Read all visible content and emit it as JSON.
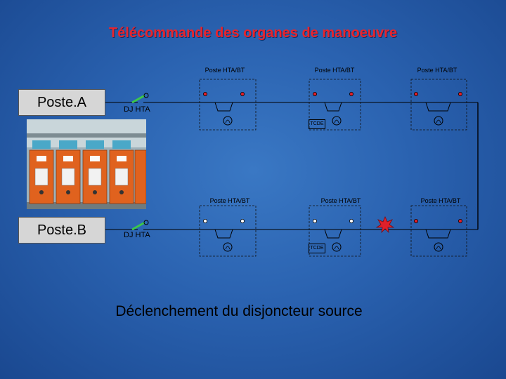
{
  "title": "Télécommande des organes de manoeuvre",
  "poste_a": {
    "label": "Poste.A",
    "breaker_label": "DJ HTA"
  },
  "poste_b": {
    "label": "Poste.B",
    "breaker_label": "DJ HTA"
  },
  "stations_top": [
    {
      "label": "Poste HTA/BT"
    },
    {
      "label": "Poste HTA/BT",
      "tcde": "TCDE"
    },
    {
      "label": "Poste HTA/BT"
    }
  ],
  "stations_bottom": [
    {
      "label": "Poste HTA/BT"
    },
    {
      "label": "Poste HTA/BT",
      "tcde": "TCDE"
    },
    {
      "label": "Poste HTA/BT"
    }
  ],
  "caption": "Déclenchement du disjoncteur source",
  "colors": {
    "title": "#e8242c",
    "fault": "#e0202a",
    "breaker": "#3cc84a",
    "background": "#2a62b0"
  },
  "icons": {
    "fault": "fault-spark-icon",
    "switch": "breaker-switch-icon",
    "transformer": "transformer-icon"
  }
}
